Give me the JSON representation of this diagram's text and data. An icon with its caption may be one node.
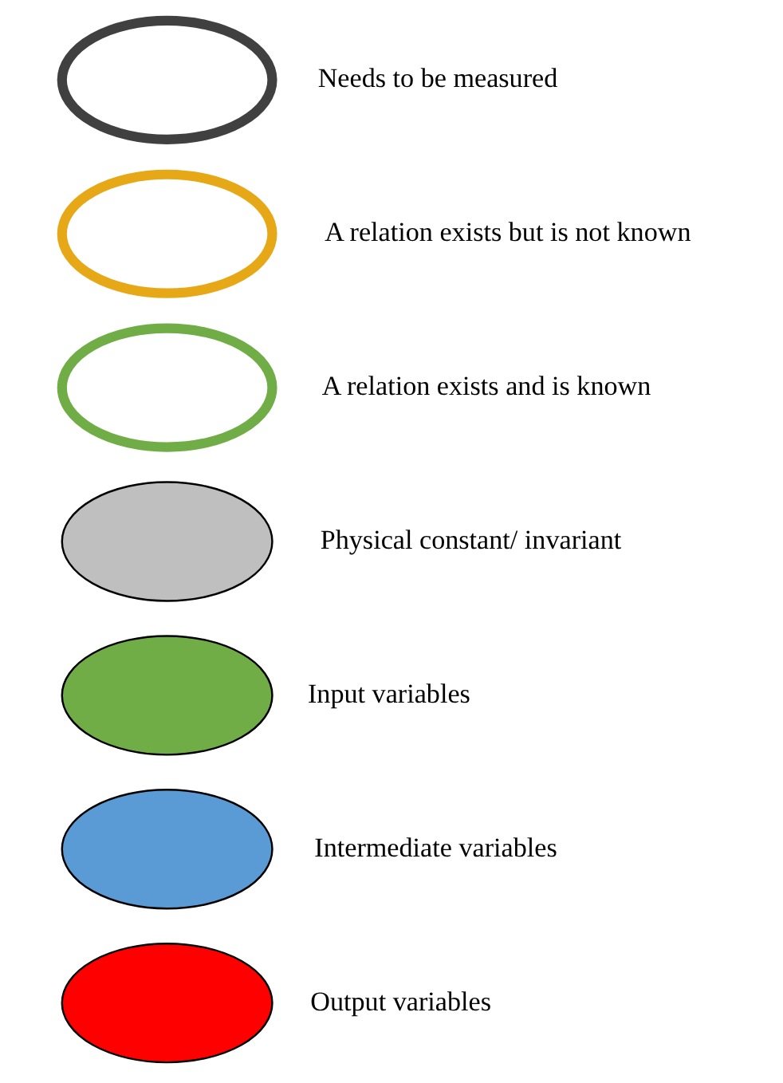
{
  "diagram": {
    "nodes": [
      {
        "text": [],
        "shape": "ellipse"
      },
      {
        "text": [],
        "shape": "ellipse"
      },
      {
        "text": [],
        "shape": "ellipse"
      },
      {
        "text": [],
        "shape": "ellipse"
      },
      {
        "text": [],
        "shape": "ellipse"
      },
      {
        "text": [],
        "shape": "ellipse"
      },
      {
        "text": [],
        "shape": "ellipse"
      }
    ],
    "legend": [
      {
        "text": "Needs to be measured",
        "color": "#404040"
      },
      {
        "text": "A relation exists but is not known",
        "color": "#e6a817"
      },
      {
        "text": "A relation exists and is known",
        "color": "#70ad47"
      },
      {
        "text": "Physical constant/ invariant",
        "color": "#bfbfbf"
      },
      {
        "text": "Input variables",
        "color": "#70ad47"
      },
      {
        "text": "Intermediate variables",
        "color": "#5b9bd5"
      },
      {
        "text": "Output variables",
        "color": "#ff0000"
      }
    ]
  }
}
